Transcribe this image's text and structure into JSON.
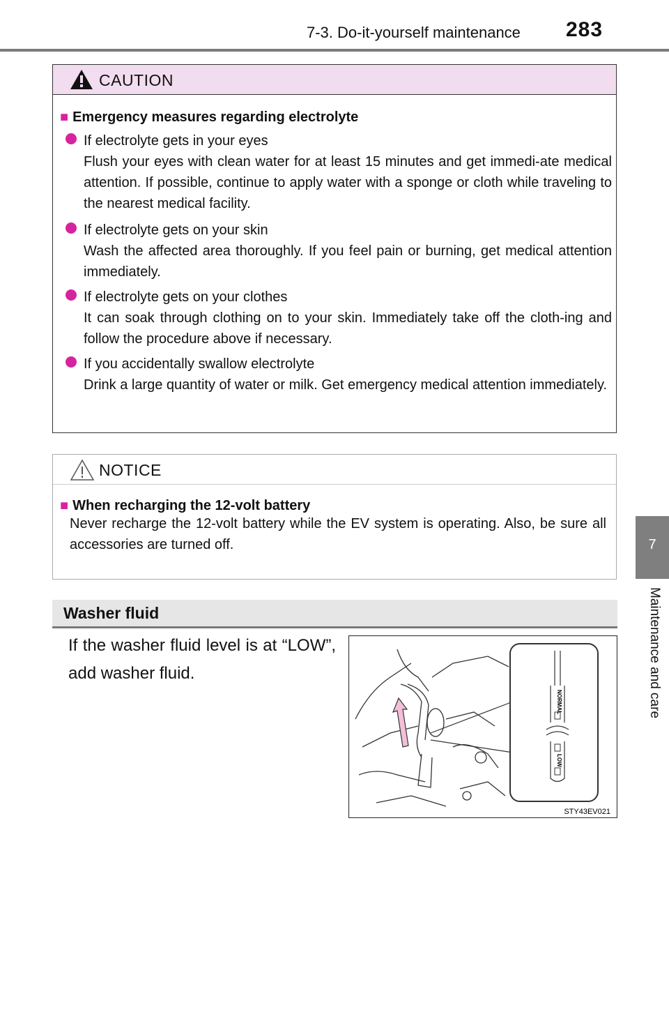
{
  "header": {
    "section": "7-3. Do-it-yourself maintenance",
    "page_number": "283"
  },
  "side_tab": {
    "number": "7",
    "title": "Maintenance and care"
  },
  "caution": {
    "title": "CAUTION",
    "section_title": "Emergency measures regarding electrolyte",
    "items": [
      {
        "head": "If electrolyte gets in your eyes",
        "body": "Flush your eyes with clean water for at least 15 minutes and get immedi-ate medical attention. If possible, continue to apply water with a sponge or cloth while traveling to the nearest medical facility."
      },
      {
        "head": "If electrolyte gets on your skin",
        "body": "Wash the affected area thoroughly. If you feel pain or burning, get medical attention immediately."
      },
      {
        "head": "If electrolyte gets on your clothes",
        "body": "It can soak through clothing on to your skin. Immediately take off the cloth-ing and follow the procedure above if necessary."
      },
      {
        "head": "If you accidentally swallow electrolyte",
        "body": "Drink a large quantity of water or milk. Get emergency medical attention immediately."
      }
    ]
  },
  "notice": {
    "title": "NOTICE",
    "section_title": "When recharging the 12-volt battery",
    "body": "Never recharge the 12-volt battery while the EV system is operating. Also, be sure all accessories are turned off."
  },
  "washer": {
    "title": "Washer fluid",
    "text": "If the washer fluid level is at “LOW”, add washer fluid.",
    "figure_code": "STY43EV021",
    "gauge_high": "NORMAL",
    "gauge_low": "LOW"
  },
  "colors": {
    "caution_header": "#f2dcef",
    "bullet": "#d6249f",
    "rule": "#7a7a7a",
    "tab": "#7f7f7f"
  }
}
